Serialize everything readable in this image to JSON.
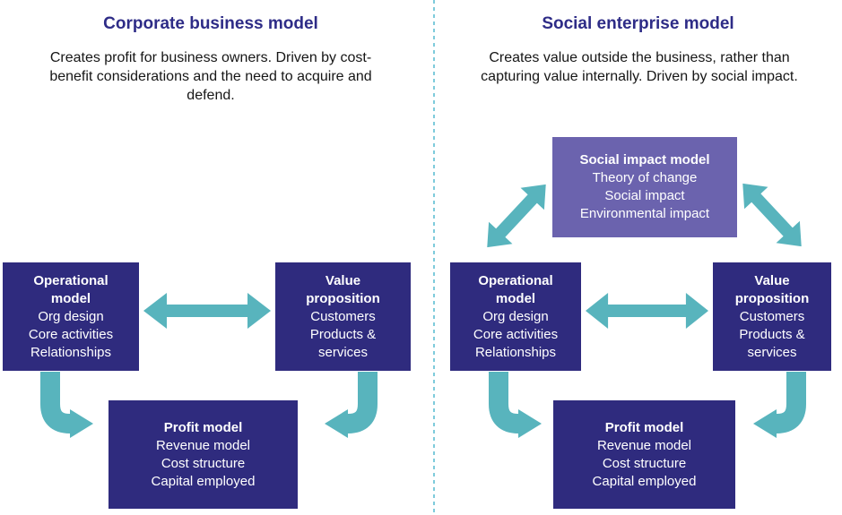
{
  "colors": {
    "box_dark": "#2f2b7e",
    "box_light": "#6b63ae",
    "arrow_teal": "#58b4bd",
    "title_indigo": "#2e2c87",
    "divider_dash": "#7ecbdb",
    "body_text": "#161616",
    "box_text": "#ffffff"
  },
  "divider": {
    "style": "vertical dashed line separating the two panels"
  },
  "corporate": {
    "title": "Corporate business model",
    "description": "Creates profit for business owners. Driven by cost-benefit considerations and the need to acquire and defend.",
    "boxes": {
      "operational": {
        "title": "Operational model",
        "lines": [
          "Org design",
          "Core activities",
          "Relationships"
        ]
      },
      "value": {
        "title": "Value proposition",
        "lines": [
          "Customers",
          "Products & services"
        ]
      },
      "profit": {
        "title": "Profit model",
        "lines": [
          "Revenue model",
          "Cost structure",
          "Capital employed"
        ]
      }
    }
  },
  "social": {
    "title": "Social enterprise model",
    "description": "Creates value outside the business, rather than capturing value internally. Driven by social impact.",
    "boxes": {
      "impact": {
        "title": "Social impact model",
        "lines": [
          "Theory of change",
          "Social impact",
          "Environmental impact"
        ]
      },
      "operational": {
        "title": "Operational model",
        "lines": [
          "Org design",
          "Core activities",
          "Relationships"
        ]
      },
      "value": {
        "title": "Value proposition",
        "lines": [
          "Customers",
          "Products & services"
        ]
      },
      "profit": {
        "title": "Profit model",
        "lines": [
          "Revenue model",
          "Cost structure",
          "Capital employed"
        ]
      }
    }
  }
}
